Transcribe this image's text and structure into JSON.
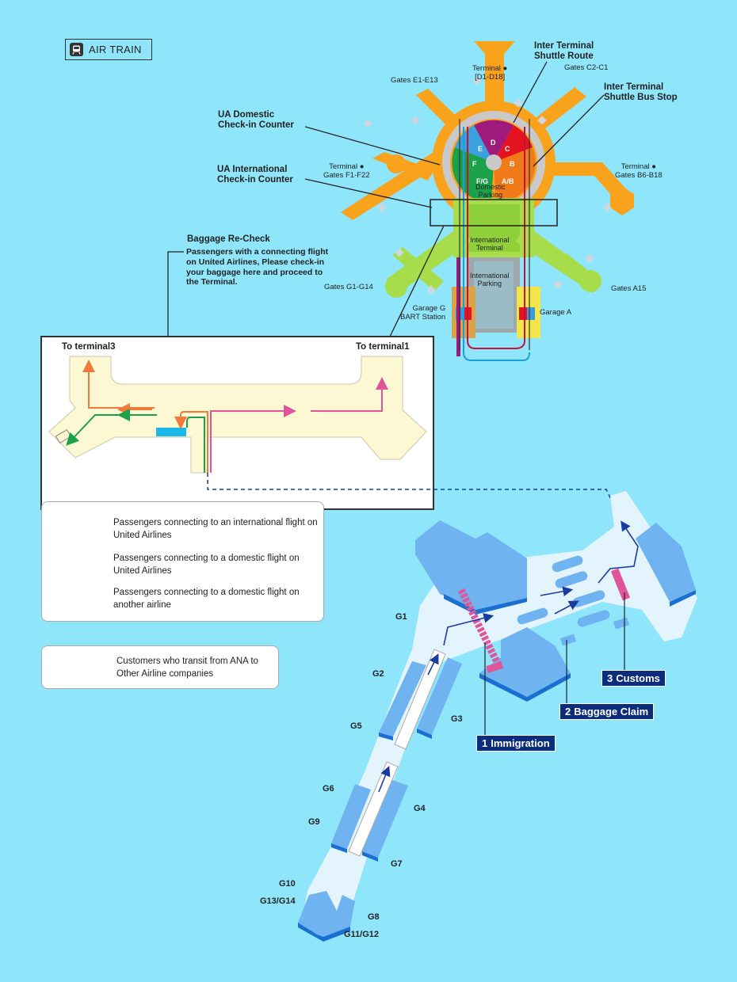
{
  "airtrain": {
    "label": "AIR TRAIN",
    "icon": "train-icon"
  },
  "callouts": {
    "shuttle_route": "Inter Terminal\nShuttle Route",
    "shuttle_stop": "Inter Terminal\nShuttle Bus Stop",
    "ua_domestic": "UA Domestic\nCheck-in Counter",
    "ua_international": "UA International\nCheck-in Counter",
    "recheck_title": "Baggage Re-Check",
    "recheck_body": "Passengers with a connecting flight\non United Airlines, Please check-in\nyour baggage here and proceed to\nthe Terminal."
  },
  "terminals": {
    "t_d": "Terminal ●\n[D1-D18]",
    "t_f": "Terminal ●\nGates F1-F22",
    "t_b": "Terminal ●\nGates B6-B18",
    "gates_e": "Gates E1-E13",
    "gates_c": "Gates C2-C1",
    "gates_g": "Gates G1-G14",
    "gates_a": "Gates A15"
  },
  "center": {
    "wedges": [
      "D",
      "C",
      "B",
      "A/B",
      "F/G",
      "F",
      "E"
    ],
    "domestic_parking": "Domestic\nParking",
    "intl_terminal": "International\nTerminal",
    "intl_parking": "International\nParking",
    "garage_g": "Garage G\nBART Station",
    "garage_a": "Garage A"
  },
  "detail": {
    "to_t3": "To terminal3",
    "to_t1": "To terminal1"
  },
  "legend": [
    {
      "text": "Passengers connecting to an international flight on United Airlines",
      "color": "#1aa14a"
    },
    {
      "text": "Passengers connecting to a domestic flight on United Airlines",
      "color": "#f07a3a"
    },
    {
      "text": "Passengers connecting to a domestic flight on another airline",
      "color": "#e0559a"
    }
  ],
  "legend2": {
    "text": "Customers who transit from ANA to Other Airline companies",
    "color": "#1a3ca0"
  },
  "gates": [
    "G1",
    "G2",
    "G3",
    "G4",
    "G5",
    "G6",
    "G7",
    "G8",
    "G9",
    "G10",
    "G13/G14",
    "G11/G12"
  ],
  "steps": [
    {
      "num": "1",
      "label": "Immigration"
    },
    {
      "num": "2",
      "label": "Baggage Claim"
    },
    {
      "num": "3",
      "label": "Customs"
    }
  ],
  "colors": {
    "background": "#8fe6fb",
    "terminal_orange": "#f9a21b",
    "international_green": "#a7dd4a",
    "concourse_blue": "#6fb3f0",
    "legend_green": "#1aa14a",
    "legend_orange": "#f07a3a",
    "legend_pink": "#e0559a",
    "ana_navy": "#1a3ca0"
  }
}
